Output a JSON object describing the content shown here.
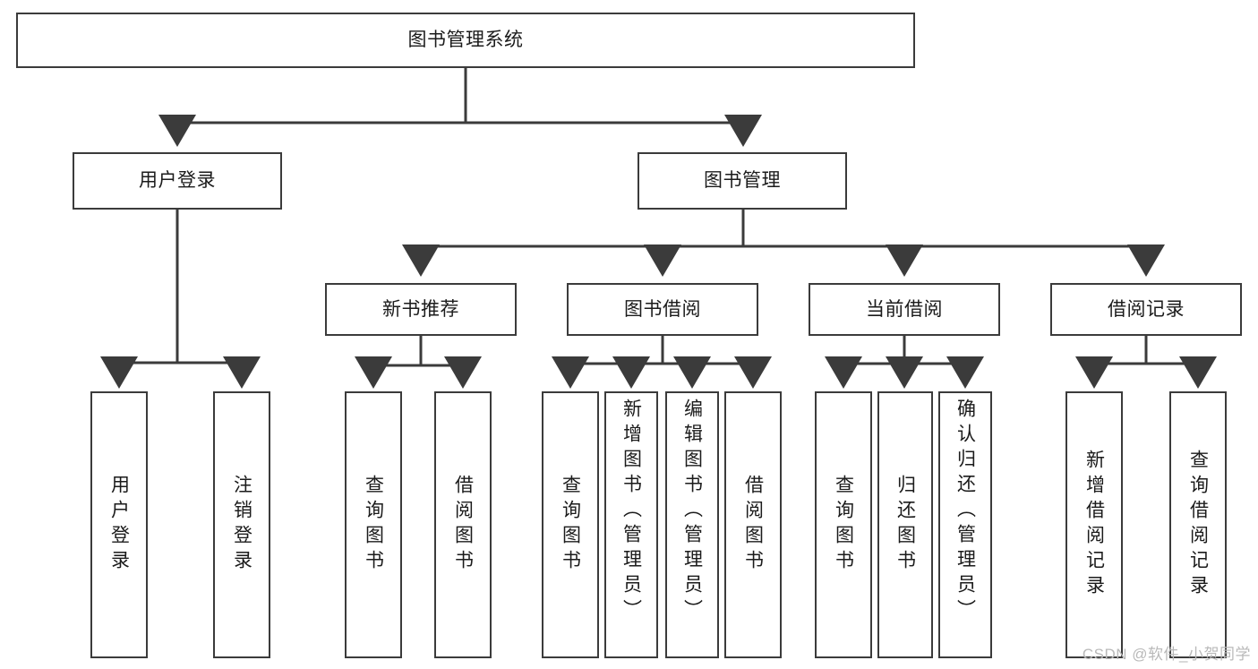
{
  "diagram": {
    "title": "图书管理系统",
    "type": "tree-hierarchy-diagram",
    "root": {
      "id": "root",
      "label": "图书管理系统"
    },
    "level2": [
      {
        "id": "user-login",
        "label": "用户登录"
      },
      {
        "id": "book-manage",
        "label": "图书管理"
      }
    ],
    "level3": [
      {
        "id": "new-book-rec",
        "label": "新书推荐",
        "parent": "book-manage"
      },
      {
        "id": "book-borrow",
        "label": "图书借阅",
        "parent": "book-manage"
      },
      {
        "id": "current-borrow",
        "label": "当前借阅",
        "parent": "book-manage"
      },
      {
        "id": "borrow-record",
        "label": "借阅记录",
        "parent": "book-manage"
      }
    ],
    "leaves": [
      {
        "id": "leaf-user-login",
        "label": "用户登录",
        "parent": "user-login",
        "align": "center"
      },
      {
        "id": "leaf-user-logout",
        "label": "注销登录",
        "parent": "user-login",
        "align": "center"
      },
      {
        "id": "leaf-query-book-1",
        "label": "查询图书",
        "parent": "new-book-rec",
        "align": "center"
      },
      {
        "id": "leaf-borrow-book-1",
        "label": "借阅图书",
        "parent": "new-book-rec",
        "align": "center"
      },
      {
        "id": "leaf-query-book-2",
        "label": "查询图书",
        "parent": "book-borrow",
        "align": "center"
      },
      {
        "id": "leaf-add-book",
        "label": "新增图书（管理员）",
        "parent": "book-borrow",
        "align": "top"
      },
      {
        "id": "leaf-edit-book",
        "label": "编辑图书（管理员）",
        "parent": "book-borrow",
        "align": "top"
      },
      {
        "id": "leaf-borrow-book-2",
        "label": "借阅图书",
        "parent": "book-borrow",
        "align": "center"
      },
      {
        "id": "leaf-query-book-3",
        "label": "查询图书",
        "parent": "current-borrow",
        "align": "center"
      },
      {
        "id": "leaf-return-book",
        "label": "归还图书",
        "parent": "current-borrow",
        "align": "center"
      },
      {
        "id": "leaf-confirm-return",
        "label": "确认归还（管理员）",
        "parent": "current-borrow",
        "align": "top"
      },
      {
        "id": "leaf-add-record",
        "label": "新增借阅记录",
        "parent": "borrow-record",
        "align": "center"
      },
      {
        "id": "leaf-query-record",
        "label": "查询借阅记录",
        "parent": "borrow-record",
        "align": "center"
      }
    ]
  },
  "watermark": {
    "text": "CSDN @软件_小贺同学"
  },
  "colors": {
    "stroke": "#3b3b3b",
    "text": "#1b1b1b",
    "background": "#ffffff",
    "watermark": "#b9b9b9"
  }
}
